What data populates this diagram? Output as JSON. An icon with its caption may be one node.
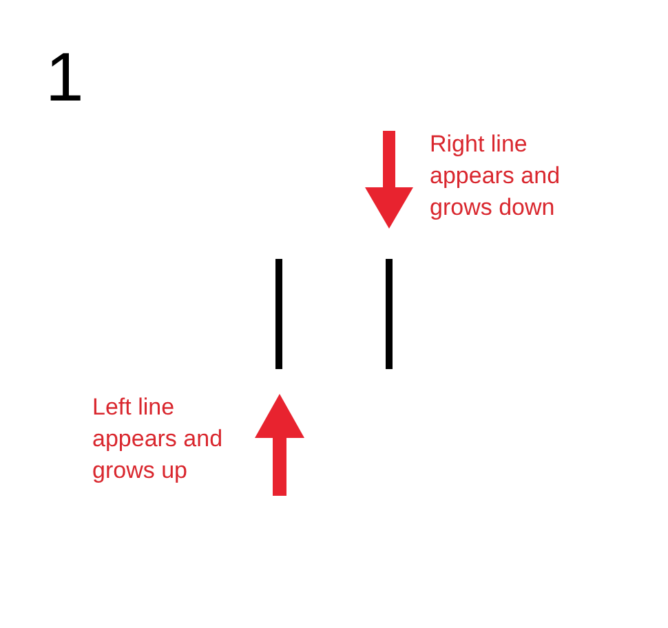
{
  "diagram": {
    "title": "1",
    "labels": [
      "Right line appears and grows down",
      "Left line appears and grows up"
    ]
  }
}
